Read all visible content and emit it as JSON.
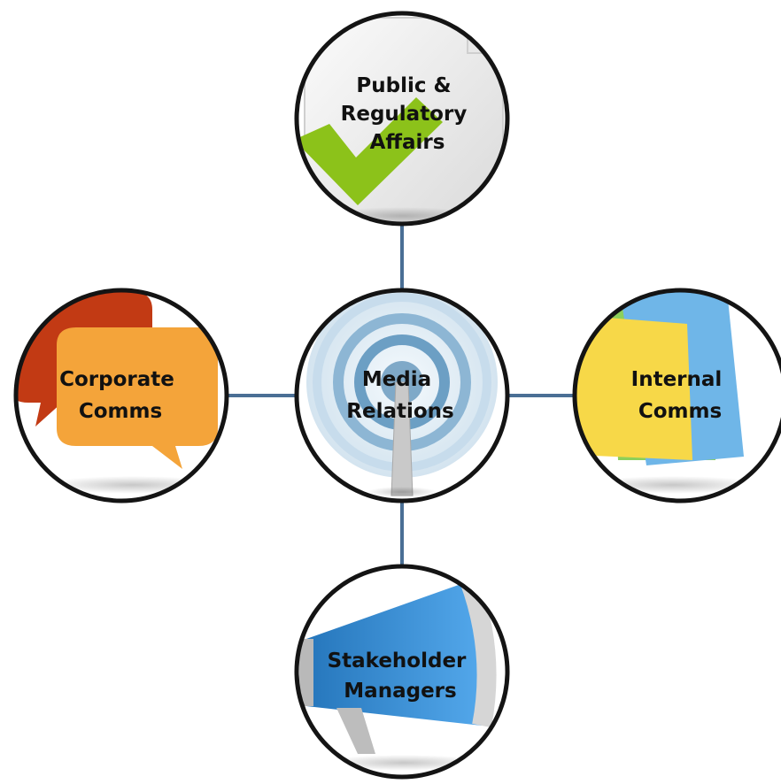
{
  "diagram": {
    "center": {
      "lines": [
        "Media",
        "Relations"
      ]
    },
    "top": {
      "lines": [
        "Public &",
        "Regulatory",
        "Affairs"
      ]
    },
    "left": {
      "lines": [
        "Corporate",
        "Comms"
      ]
    },
    "right": {
      "lines": [
        "Internal",
        "Comms"
      ]
    },
    "bottom": {
      "lines": [
        "Stakeholder",
        "Managers"
      ]
    }
  },
  "colors": {
    "connector": "#4a6f95",
    "ring": "#141414",
    "check_green": "#8cc21a",
    "bubble_red": "#c23a14",
    "bubble_orange": "#f4a43a",
    "note_yellow": "#f7d848",
    "note_blue": "#6fb6e8",
    "megaphone_blue": "#1e7fd0"
  },
  "icons": {
    "top": "document-check-icon",
    "left": "speech-bubbles-icon",
    "center": "broadcast-antenna-icon",
    "right": "sticky-notes-icon",
    "bottom": "megaphone-icon"
  }
}
